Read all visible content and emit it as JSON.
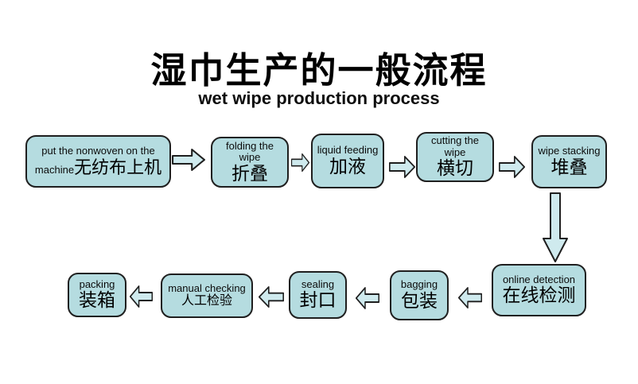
{
  "title": "湿巾生产的一般流程",
  "subtitle": "wet wipe production process",
  "colors": {
    "box_fill": "#b5dce0",
    "arrow_fill": "#cfeaee",
    "outline": "#1f1f1f"
  },
  "steps": [
    {
      "en": "put the nonwoven on the machine",
      "zh": "无纺布上机"
    },
    {
      "en": "folding the wipe",
      "zh": "折叠"
    },
    {
      "en": "liquid feeding",
      "zh": "加液"
    },
    {
      "en": "cutting the wipe",
      "zh": "横切"
    },
    {
      "en": "wipe stacking",
      "zh": "堆叠"
    },
    {
      "en": "online detection",
      "zh": "在线检测"
    },
    {
      "en": "bagging",
      "zh": "包装"
    },
    {
      "en": "sealing",
      "zh": "封口"
    },
    {
      "en": "manual checking",
      "zh": "人工检验"
    },
    {
      "en": "packing",
      "zh": "装箱"
    }
  ],
  "arrows": [
    {
      "dir": "right"
    },
    {
      "dir": "right"
    },
    {
      "dir": "right"
    },
    {
      "dir": "right"
    },
    {
      "dir": "down"
    },
    {
      "dir": "left"
    },
    {
      "dir": "left"
    },
    {
      "dir": "left"
    },
    {
      "dir": "left"
    }
  ]
}
